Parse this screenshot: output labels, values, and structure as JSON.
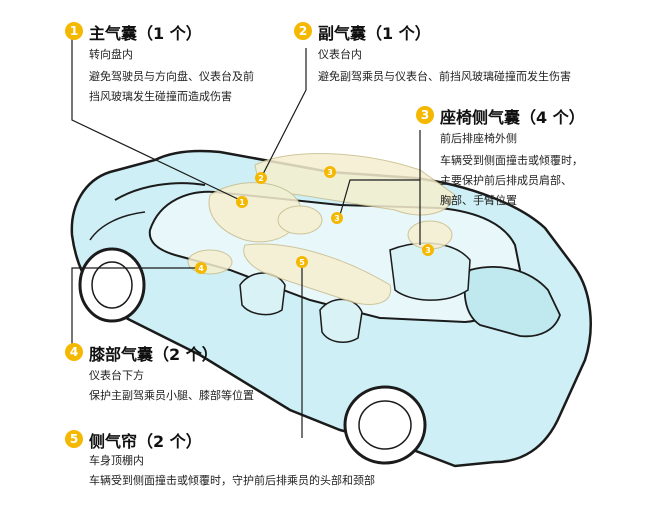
{
  "colors": {
    "accent": "#f5b800",
    "car_body": "#cdeff5",
    "airbag": "#f5efcf",
    "outline": "#1b1b1b"
  },
  "callouts": [
    {
      "num": "1",
      "title": "主气囊（1 个）",
      "lines": [
        "转向盘内",
        "避免驾驶员与方向盘、仪表台及前",
        "挡风玻璃发生碰撞而造成伤害"
      ]
    },
    {
      "num": "2",
      "title": "副气囊（1 个）",
      "lines": [
        "仪表台内",
        "避免副驾乘员与仪表台、前挡风玻璃碰撞而发生伤害"
      ]
    },
    {
      "num": "3",
      "title": "座椅侧气囊（4 个）",
      "lines": [
        "前后排座椅外侧",
        "车辆受到侧面撞击或倾覆时，",
        "主要保护前后排成员肩部、",
        "胸部、手臂位置"
      ]
    },
    {
      "num": "4",
      "title": "膝部气囊（2 个）",
      "lines": [
        "仪表台下方",
        "保护主副驾乘员小腿、膝部等位置"
      ]
    },
    {
      "num": "5",
      "title": "侧气帘（2 个）",
      "lines": [
        "车身顶棚内",
        "车辆受到侧面撞击或倾覆时，守护前后排乘员的头部和颈部"
      ]
    }
  ],
  "markers": [
    "1",
    "2",
    "3",
    "3",
    "3",
    "4",
    "5"
  ]
}
